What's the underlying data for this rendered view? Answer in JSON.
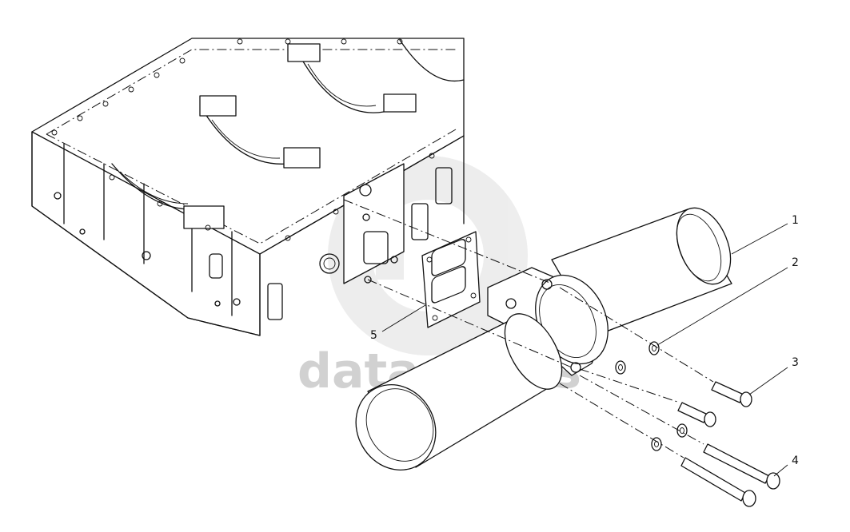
{
  "callouts": [
    {
      "id": "1",
      "label": "1"
    },
    {
      "id": "2",
      "label": "2"
    },
    {
      "id": "3",
      "label": "3"
    },
    {
      "id": "4",
      "label": "4"
    },
    {
      "id": "5",
      "label": "5"
    }
  ],
  "watermark": {
    "text": "data-parts"
  },
  "colors": {
    "line": "#111111",
    "watermark": "#c9c9c9",
    "background": "#ffffff"
  }
}
